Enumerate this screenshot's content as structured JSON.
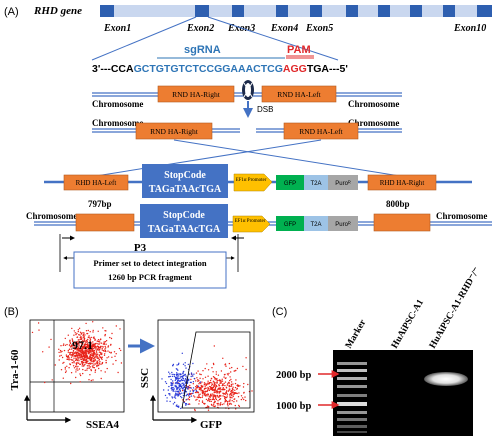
{
  "panelA": {
    "label": "(A)",
    "gene_label": "RHD gene",
    "exons": [
      "Exon1",
      "Exon2",
      "Exon3",
      "Exon4",
      "Exon5",
      "Exon10"
    ],
    "sgrna_label": "sgRNA",
    "pam_label": "PAM",
    "seq_prefix": "3'---CCA",
    "seq_sgrna": "GCTGTGTCTCCGGAAACTCG",
    "seq_pam": "AGG",
    "seq_suffix": "TGA---5'",
    "chromosome": "Chromosome",
    "dsb": "DSB",
    "ha_right": "RND HA-Right",
    "ha_left": "RND HA-Left",
    "donor_ha_left": "RHD HA-Left",
    "donor_ha_right": "RHD HA-Right",
    "stopcode_title": "StopCode",
    "stopcode_seq": "TAGaTAAcTGA",
    "promoter": "EF1α Promoter",
    "gfp": "GFP",
    "t2a": "T2A",
    "puro": "Puroᴿ",
    "bp_left": "797bp",
    "bp_right": "800bp",
    "primer_label": "P3",
    "primer_text_1": "Primer set to detect integration",
    "primer_text_2": "1260 bp PCR fragment"
  },
  "panelB": {
    "label": "(B)",
    "plot1": {
      "ylabel": "Tra-1-60",
      "xlabel": "SSEA4",
      "percent": "97.1"
    },
    "plot2": {
      "ylabel": "SSC",
      "xlabel": "GFP"
    }
  },
  "panelC": {
    "label": "(C)",
    "lanes": [
      "Marker",
      "HuAiPSC-A1",
      "HuAiPSC-A1-RHD⁻/⁻"
    ],
    "size_markers": [
      "2000 bp",
      "1000 bp"
    ]
  },
  "colors": {
    "exon_blue": "#2e5fb0",
    "gene_light": "#c9d7ef",
    "ha_orange": "#ed7d31",
    "stop_blue": "#4472c4",
    "promoter_yellow": "#ffc000",
    "gfp_green": "#00b050",
    "t2a_lightblue": "#9dc3e6",
    "puro_gray": "#a6a6a6",
    "pam_red": "#e0282a",
    "sgrna_blue": "#2e75b6",
    "dots_red": "#e8231a",
    "dots_blue": "#2b3bd8"
  }
}
